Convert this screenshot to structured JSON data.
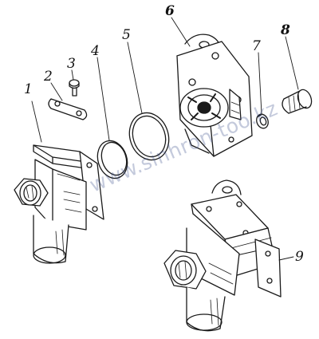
{
  "figure": {
    "background": "#ffffff",
    "ink_color": "#1a1a1a",
    "parts": [
      {
        "id": "part-1",
        "label": "1",
        "name": "valve-body-assembly"
      },
      {
        "id": "part-2",
        "label": "2",
        "name": "gasket-plate"
      },
      {
        "id": "part-3",
        "label": "3",
        "name": "small-screw"
      },
      {
        "id": "part-4",
        "label": "4",
        "name": "diaphragm-disc"
      },
      {
        "id": "part-5",
        "label": "5",
        "name": "sealing-ring"
      },
      {
        "id": "part-6",
        "label": "6",
        "name": "flange-cover"
      },
      {
        "id": "part-7",
        "label": "7",
        "name": "lock-washer"
      },
      {
        "id": "part-8",
        "label": "8",
        "name": "bolt"
      },
      {
        "id": "part-9",
        "label": "9",
        "name": "assembled-unit"
      }
    ],
    "watermark": {
      "text": "www.sinhron-too.kz",
      "color": "#3c508c"
    }
  }
}
